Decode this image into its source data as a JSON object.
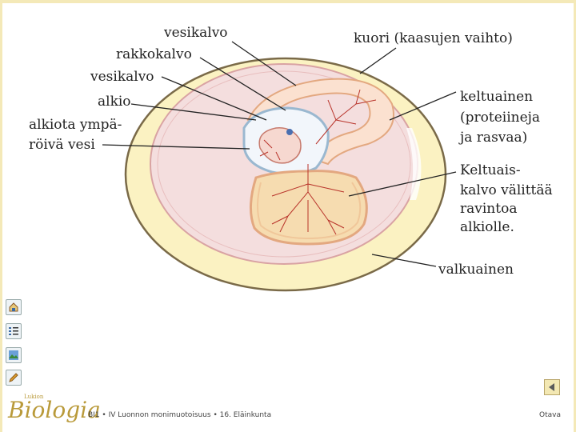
{
  "labels": {
    "vesikalvo_top": "vesikalvo",
    "rakkokalvo": "rakkokalvo",
    "vesikalvo_mid": "vesikalvo",
    "alkio": "alkio",
    "alkiota_1": "alkiota ympä-",
    "alkiota_2": "röivä vesi",
    "kuori": "kuori (kaasujen vaihto)",
    "keltuainen_1": "keltuainen",
    "keltuainen_2": "(proteiineja",
    "keltuainen_3": "ja rasvaa)",
    "kalvo_1": "Keltuais-",
    "kalvo_2": "kalvo välittää",
    "kalvo_3": "ravintoa",
    "kalvo_4": "alkiolle.",
    "valkuainen": "valkuainen"
  },
  "sidebar": {
    "icons": [
      "home-icon",
      "list-icon",
      "image-icon",
      "pencil-icon"
    ]
  },
  "footer": {
    "logo_small": "Lukion",
    "logo": "Biologia",
    "course": "BI1 • IV Luonnon monimuotoisuus • 16. Eläinkunta",
    "publisher": "Otava"
  },
  "colors": {
    "shell": "#7a6a48",
    "albumen": "#fbf2c2",
    "membrane": "#f3dada",
    "yolk": "#f6dcb0",
    "vessels": "#b8332a",
    "amnion": "#9ab8d0"
  }
}
